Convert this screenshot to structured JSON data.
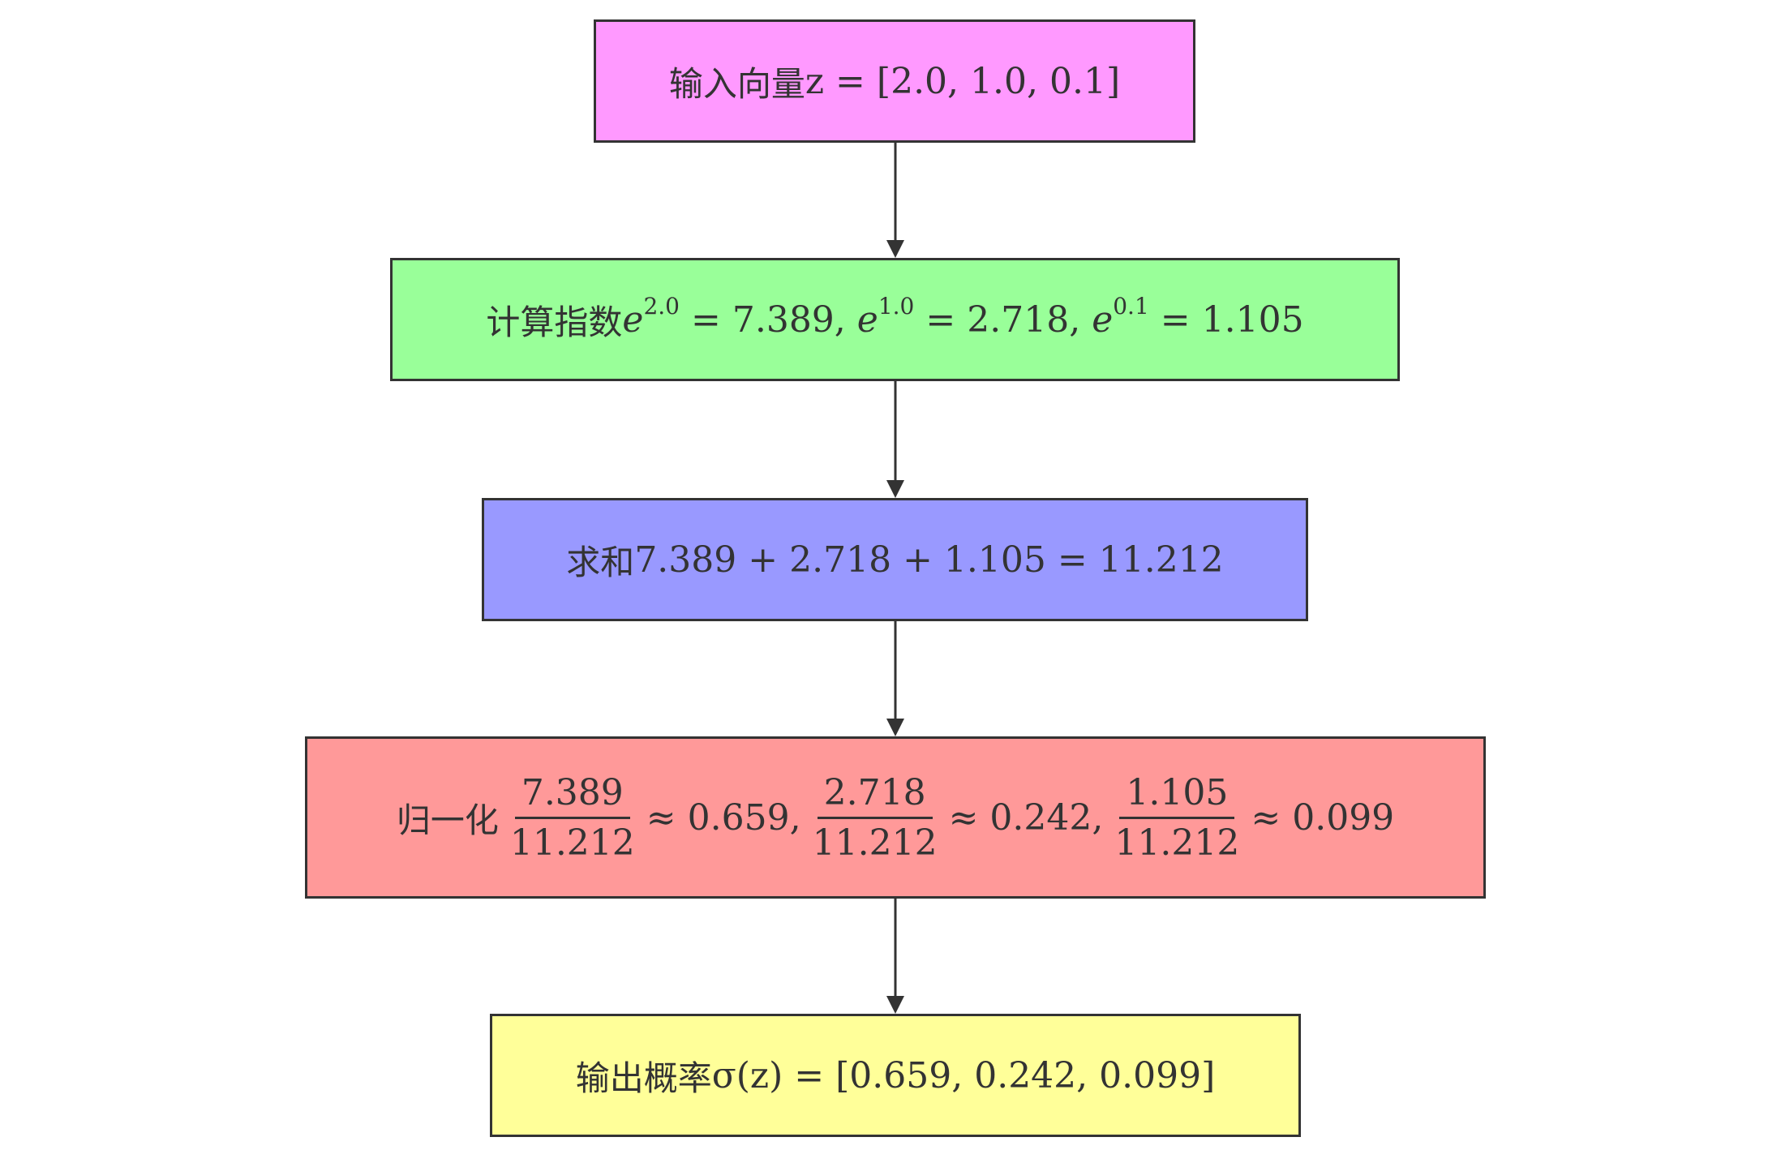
{
  "nodes": [
    {
      "id": "input",
      "label": "输入向量",
      "math": "z = [2.0, 1.0, 0.1]",
      "color": "#ff99ff"
    },
    {
      "id": "exp",
      "label": "计算指数",
      "terms": [
        {
          "base": "e",
          "exp": "2.0",
          "value": "= 7.389,"
        },
        {
          "base": "e",
          "exp": "1.0",
          "value": "= 2.718,"
        },
        {
          "base": "e",
          "exp": "0.1",
          "value": "= 1.105"
        }
      ],
      "color": "#99ff99"
    },
    {
      "id": "sum",
      "label": "求和",
      "math": "7.389 + 2.718 + 1.105 = 11.212",
      "color": "#9999ff"
    },
    {
      "id": "normalize",
      "label": "归一化",
      "fractions": [
        {
          "num": "7.389",
          "den": "11.212",
          "approx": "≈ 0.659,"
        },
        {
          "num": "2.718",
          "den": "11.212",
          "approx": "≈ 0.242,"
        },
        {
          "num": "1.105",
          "den": "11.212",
          "approx": "≈ 0.099"
        }
      ],
      "color": "#ff9999"
    },
    {
      "id": "output",
      "label": "输出概率",
      "math": "σ(z) = [0.659, 0.242, 0.099]",
      "color": "#ffff99"
    }
  ],
  "edges": [
    [
      "input",
      "exp"
    ],
    [
      "exp",
      "sum"
    ],
    [
      "sum",
      "normalize"
    ],
    [
      "normalize",
      "output"
    ]
  ]
}
